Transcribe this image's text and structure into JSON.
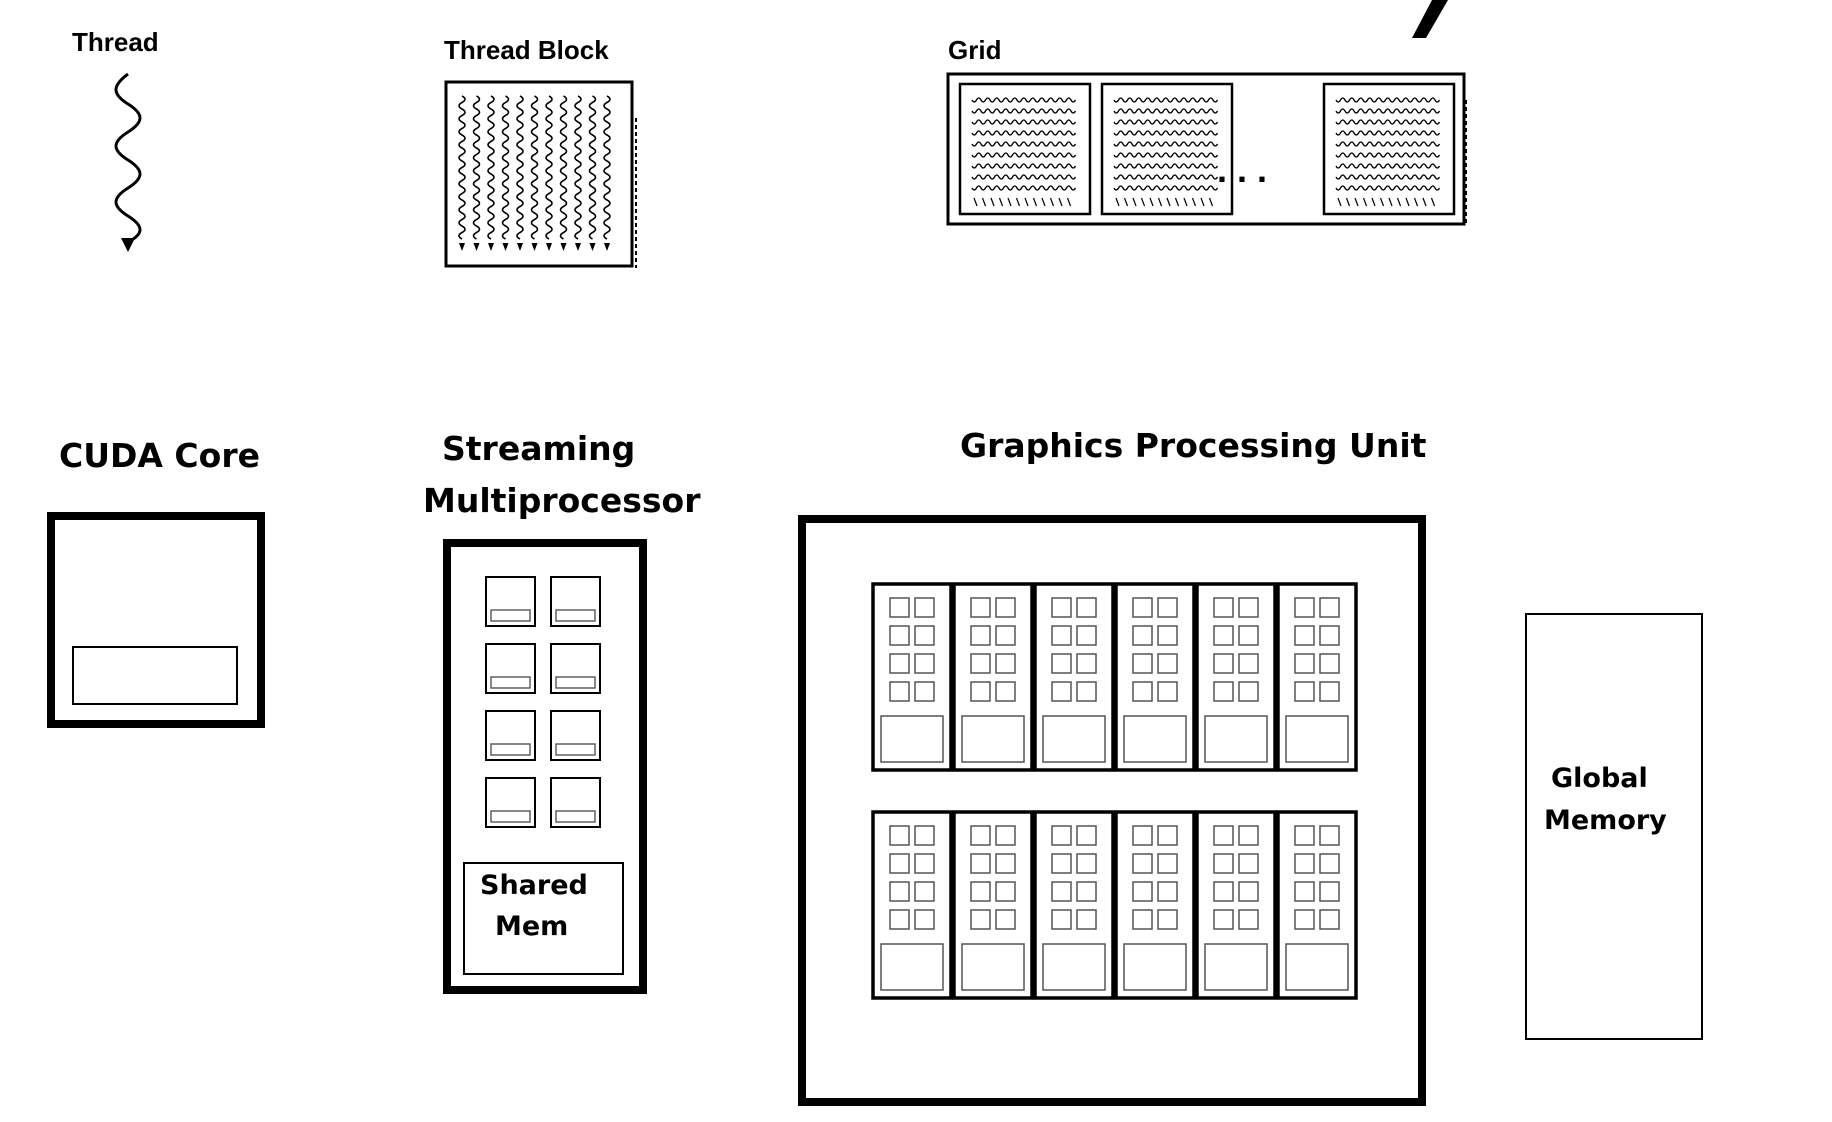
{
  "labels": {
    "thread": "Thread",
    "thread_block": "Thread Block",
    "grid": "Grid",
    "cuda_core": "CUDA Core",
    "streaming_mp_line1": "Streaming",
    "streaming_mp_line2": "Multiprocessor",
    "gpu": "Graphics Processing Unit",
    "shared_mem_line1": "Shared",
    "shared_mem_line2": "Mem",
    "global_memory_line1": "Global",
    "global_memory_line2": "Memory"
  },
  "grid_ellipsis": ". . .",
  "counts": {
    "sm_cores": 8,
    "gpu_sms": 12
  },
  "colors": {
    "stroke": "#000000",
    "light_stroke": "#555555",
    "background": "#ffffff"
  }
}
